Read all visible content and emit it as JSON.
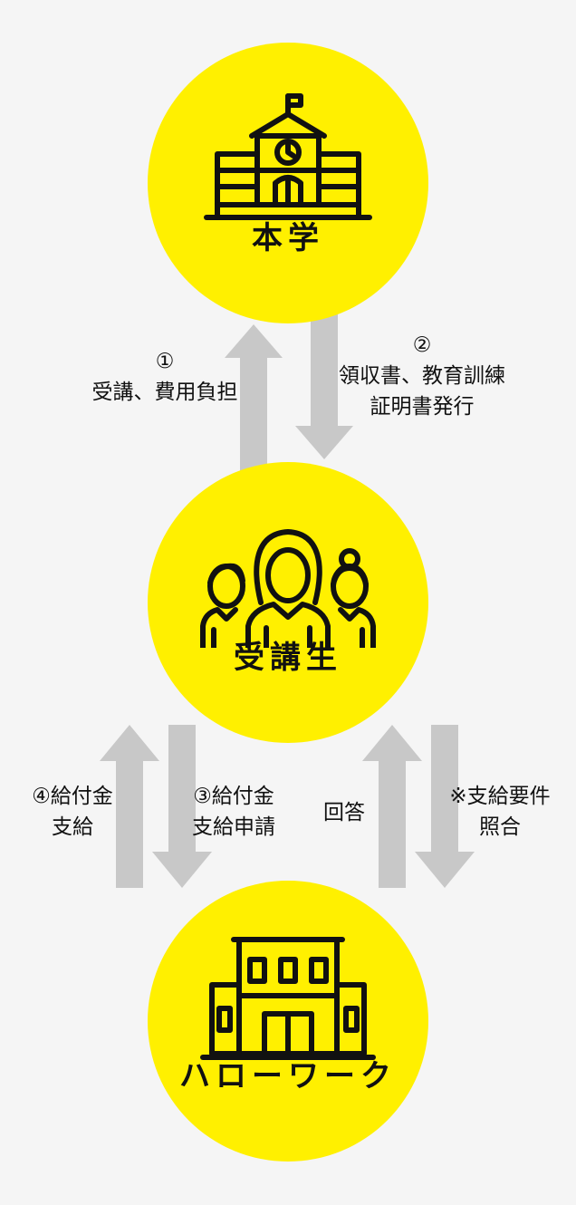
{
  "nodes": {
    "university": {
      "label": "本学",
      "icon": "school-building-icon"
    },
    "student": {
      "label": "受講生",
      "icon": "people-group-icon"
    },
    "hellowork": {
      "label": "ハローワーク",
      "icon": "office-building-icon"
    }
  },
  "flows": {
    "step1": {
      "marker": "①",
      "line1": "受講、費用負担"
    },
    "step2": {
      "marker": "②",
      "line1": "領収書、教育訓練",
      "line2": "証明書発行"
    },
    "step3": {
      "line1": "③給付金",
      "line2": "支給申請"
    },
    "step4": {
      "line1": "④給付金",
      "line2": "支給"
    },
    "answer": {
      "line1": "回答"
    },
    "check": {
      "line1": "※支給要件",
      "line2": "照合"
    }
  },
  "colors": {
    "circle": "#fff000",
    "arrow": "#c8c8c8",
    "background": "#f5f5f5"
  }
}
